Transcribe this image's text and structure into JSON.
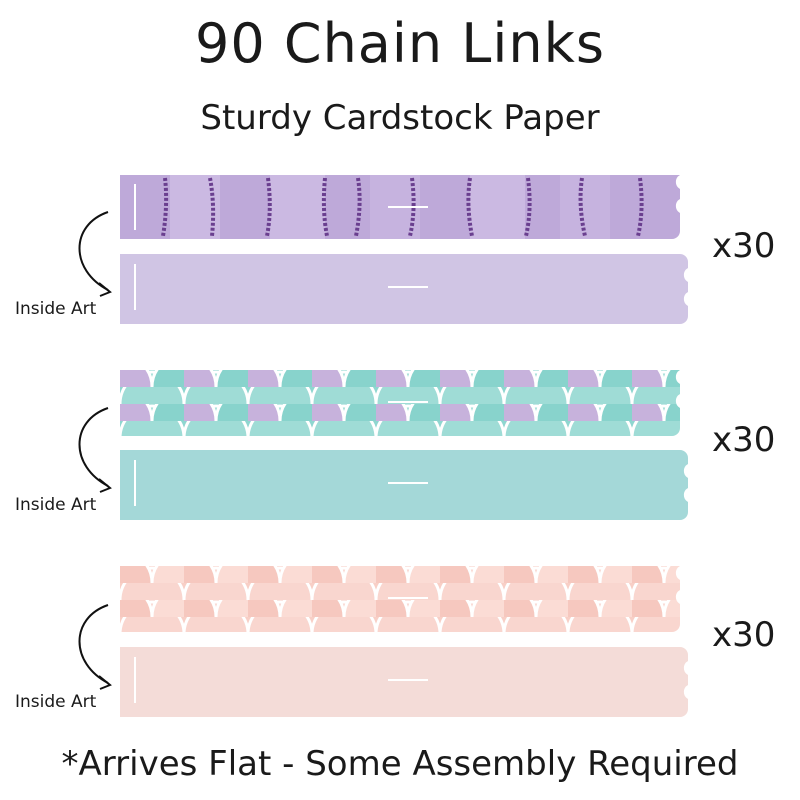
{
  "header": {
    "title": "90 Chain Links",
    "subtitle": "Sturdy Cardstock Paper"
  },
  "groups": [
    {
      "count_label": "x30",
      "inside_label": "Inside Art",
      "outside_color": "#bea9d9",
      "inside_color": "#d0c5e4",
      "pattern": "glitter-stripes"
    },
    {
      "count_label": "x30",
      "inside_label": "Inside Art",
      "outside_color": "#8fd6d0",
      "inside_color": "#a4d8d8",
      "pattern": "mermaid-scales"
    },
    {
      "count_label": "x30",
      "inside_label": "Inside Art",
      "outside_color": "#f8cfc6",
      "inside_color": "#f4dcd8",
      "pattern": "mermaid-scales"
    }
  ],
  "footer": {
    "note": "*Arrives Flat - Some Assembly Required"
  }
}
